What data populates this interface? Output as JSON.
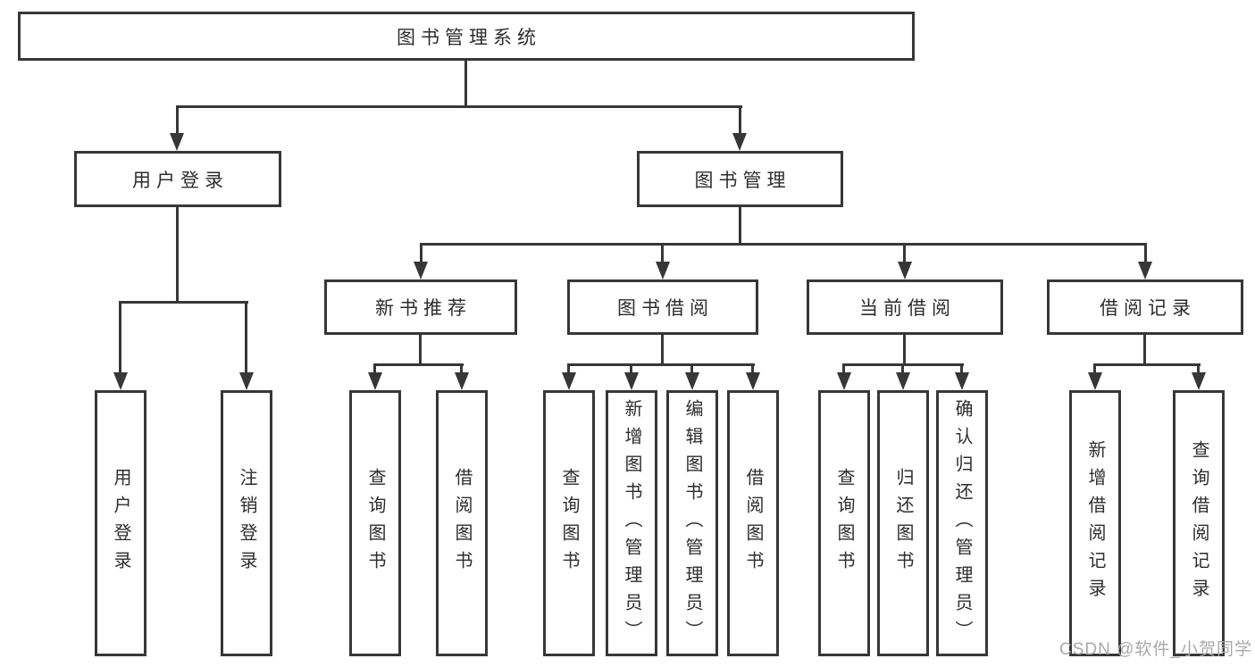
{
  "tree": {
    "label": "图书管理系统",
    "children": [
      {
        "label": "用户登录",
        "children": [
          {
            "label": "用户登录"
          },
          {
            "label": "注销登录"
          }
        ]
      },
      {
        "label": "图书管理",
        "children": [
          {
            "label": "新书推荐",
            "children": [
              {
                "label": "查询图书"
              },
              {
                "label": "借阅图书"
              }
            ]
          },
          {
            "label": "图书借阅",
            "children": [
              {
                "label": "查询图书"
              },
              {
                "label": "新增图书（管理员）"
              },
              {
                "label": "编辑图书（管理员）"
              },
              {
                "label": "借阅图书"
              }
            ]
          },
          {
            "label": "当前借阅",
            "children": [
              {
                "label": "查询图书"
              },
              {
                "label": "归还图书"
              },
              {
                "label": "确认归还（管理员）"
              }
            ]
          },
          {
            "label": "借阅记录",
            "children": [
              {
                "label": "新增借阅记录"
              },
              {
                "label": "查询借阅记录"
              }
            ]
          }
        ]
      }
    ]
  },
  "watermark": {
    "text": "CSDN @软件_小贺同学"
  },
  "colors": {
    "line": "#373737",
    "text": "#2d2d2d",
    "watermark": "#a9a9a9",
    "background": "#ffffff"
  }
}
